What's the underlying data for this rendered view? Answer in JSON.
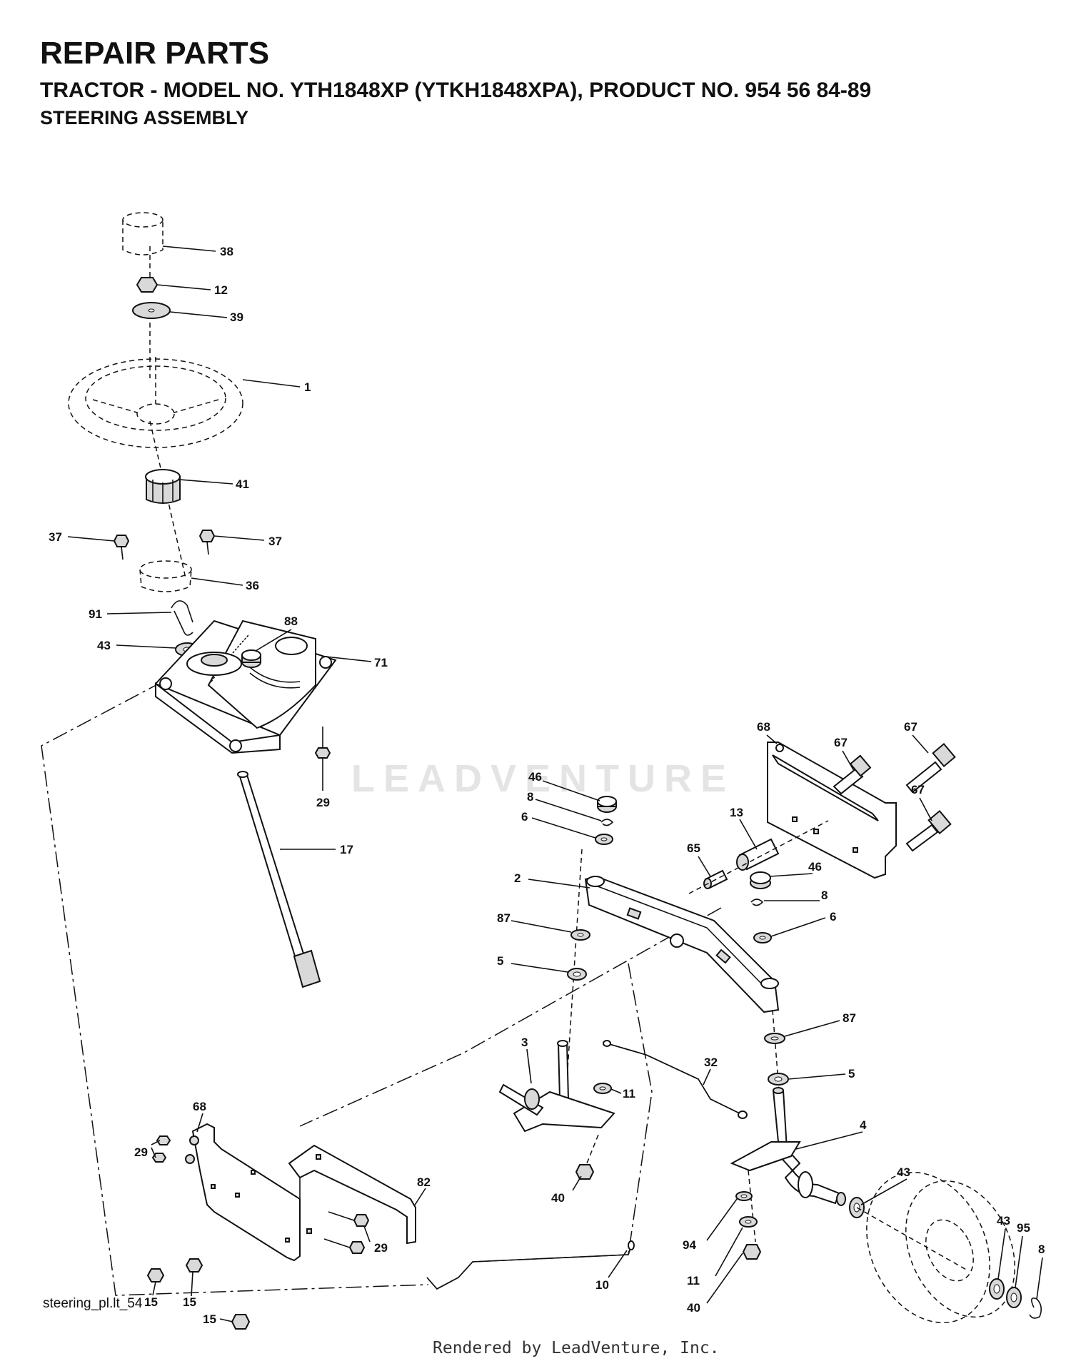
{
  "header": {
    "title": "REPAIR PARTS",
    "subtitle": "TRACTOR - MODEL NO. YTH1848XP (YTKH1848XPA), PRODUCT NO. 954 56 84-89",
    "section": "STEERING ASSEMBLY"
  },
  "watermark": "LEADVENTURE",
  "footer": {
    "reference": "steering_pl.lt_54",
    "rendered_by": "Rendered by LeadVenture, Inc."
  },
  "callouts": [
    {
      "id": "c38",
      "label": "38"
    },
    {
      "id": "c12",
      "label": "12"
    },
    {
      "id": "c39",
      "label": "39"
    },
    {
      "id": "c1",
      "label": "1"
    },
    {
      "id": "c41",
      "label": "41"
    },
    {
      "id": "c37a",
      "label": "37"
    },
    {
      "id": "c37b",
      "label": "37"
    },
    {
      "id": "c36",
      "label": "36"
    },
    {
      "id": "c91",
      "label": "91"
    },
    {
      "id": "c88",
      "label": "88"
    },
    {
      "id": "c43a",
      "label": "43"
    },
    {
      "id": "c71",
      "label": "71"
    },
    {
      "id": "c29a",
      "label": "29"
    },
    {
      "id": "c17",
      "label": "17"
    },
    {
      "id": "c68a",
      "label": "68"
    },
    {
      "id": "c67a",
      "label": "67"
    },
    {
      "id": "c67b",
      "label": "67"
    },
    {
      "id": "c67c",
      "label": "67"
    },
    {
      "id": "c46a",
      "label": "46"
    },
    {
      "id": "c8a",
      "label": "8"
    },
    {
      "id": "c6a",
      "label": "6"
    },
    {
      "id": "c13",
      "label": "13"
    },
    {
      "id": "c65",
      "label": "65"
    },
    {
      "id": "c2",
      "label": "2"
    },
    {
      "id": "c46b",
      "label": "46"
    },
    {
      "id": "c8b",
      "label": "8"
    },
    {
      "id": "c6b",
      "label": "6"
    },
    {
      "id": "c87a",
      "label": "87"
    },
    {
      "id": "c5a",
      "label": "5"
    },
    {
      "id": "c87b",
      "label": "87"
    },
    {
      "id": "c3",
      "label": "3"
    },
    {
      "id": "c32",
      "label": "32"
    },
    {
      "id": "c11a",
      "label": "11"
    },
    {
      "id": "c5b",
      "label": "5"
    },
    {
      "id": "c68b",
      "label": "68"
    },
    {
      "id": "c29b",
      "label": "29"
    },
    {
      "id": "c82",
      "label": "82"
    },
    {
      "id": "c4",
      "label": "4"
    },
    {
      "id": "c43b",
      "label": "43"
    },
    {
      "id": "c40a",
      "label": "40"
    },
    {
      "id": "c94",
      "label": "94"
    },
    {
      "id": "c43c",
      "label": "43"
    },
    {
      "id": "c95",
      "label": "95"
    },
    {
      "id": "c8c",
      "label": "8"
    },
    {
      "id": "c15a",
      "label": "15"
    },
    {
      "id": "c15b",
      "label": "15"
    },
    {
      "id": "c29c",
      "label": "29"
    },
    {
      "id": "c15c",
      "label": "15"
    },
    {
      "id": "c11b",
      "label": "11"
    },
    {
      "id": "c10",
      "label": "10"
    },
    {
      "id": "c40b",
      "label": "40"
    }
  ]
}
